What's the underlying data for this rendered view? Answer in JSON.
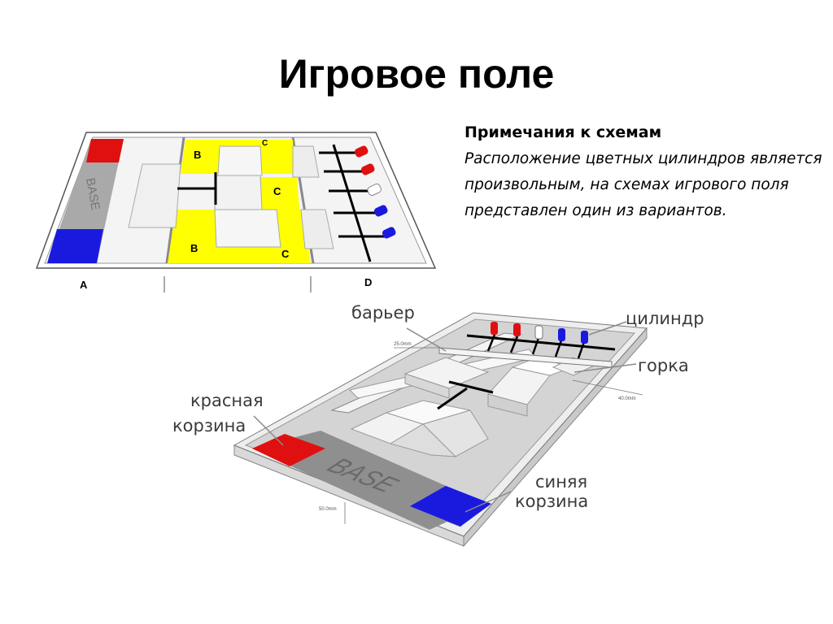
{
  "title": "Игровое поле",
  "notes": {
    "heading": "Примечания к схемам",
    "body": "Расположение цветных цилиндров является произвольным, на схемах игрового поля представлен один из вариантов."
  },
  "top_schema": {
    "base_label": "BASE",
    "zone_b_top": "B",
    "zone_b_bottom": "B",
    "zone_c_top": "C",
    "zone_c_mid": "C",
    "zone_c_bottom": "C",
    "section_a": "A",
    "section_d": "D"
  },
  "iso_schema": {
    "base_label": "BASE",
    "label_barrier": "барьер",
    "label_cylinder": "цилиндр",
    "label_slide": "горка",
    "label_red_1": "красная",
    "label_red_2": "корзина",
    "label_blue_1": "синяя",
    "label_blue_2": "корзина",
    "dim_barrier": "25.0mm",
    "dim_slide": "40.0mm",
    "dim_base": "50.0mm"
  },
  "colors": {
    "red": "#e01010",
    "blue": "#1a1adf",
    "yellow": "#ffff00",
    "gray": "#a9a9a9"
  }
}
